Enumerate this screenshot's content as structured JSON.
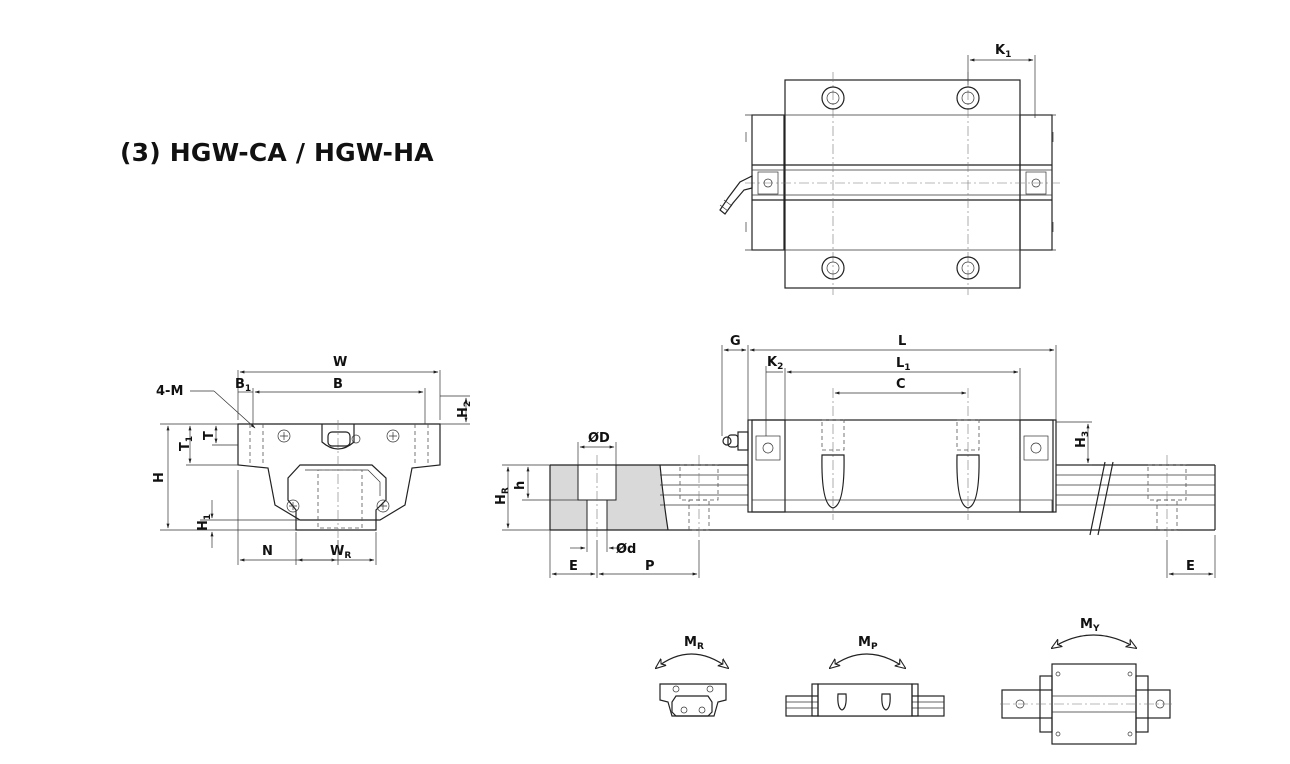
{
  "title": "(3) HGW-CA / HGW-HA",
  "labels": {
    "k1": "K",
    "k1_sub": "1",
    "w": "W",
    "b1": "B",
    "b1_sub": "1",
    "b": "B",
    "m": "4-M",
    "h2": "H",
    "h2_sub": "2",
    "t": "T",
    "t1": "T",
    "t1_sub": "1",
    "h": "H",
    "h1": "H",
    "h1_sub": "1",
    "n": "N",
    "wr": "W",
    "wr_sub": "R",
    "g": "G",
    "l": "L",
    "k2": "K",
    "k2_sub": "2",
    "l1": "L",
    "l1_sub": "1",
    "c": "C",
    "h3": "H",
    "h3_sub": "3",
    "od": "ØD",
    "hs": "h",
    "hr": "H",
    "hr_sub": "R",
    "sd": "Ød",
    "e": "E",
    "p": "P",
    "e2": "E",
    "mr": "M",
    "mr_sub": "R",
    "mp": "M",
    "mp_sub": "P",
    "my": "M",
    "my_sub": "Y"
  }
}
